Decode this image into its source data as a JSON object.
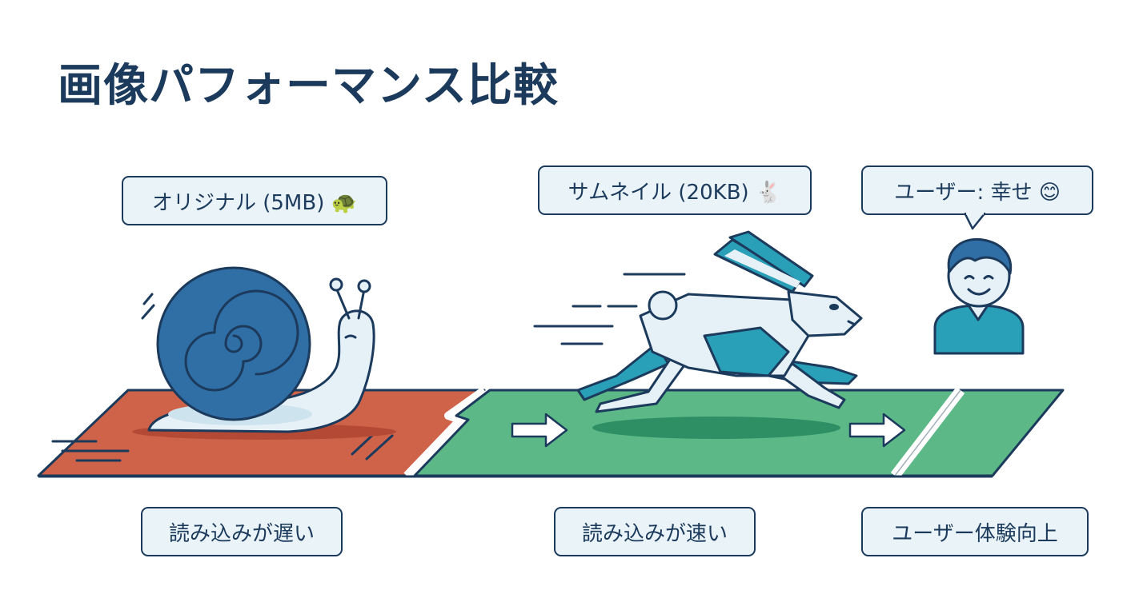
{
  "title": "画像パフォーマンス比較",
  "callouts": {
    "original": "オリジナル (5MB) 🐢",
    "thumbnail": "サムネイル (20KB) 🐇",
    "user": "ユーザー: 幸せ 😊"
  },
  "captions": {
    "slow": "読み込みが遅い",
    "fast": "読み込みが速い",
    "ux": "ユーザー体験向上"
  },
  "colors": {
    "navy": "#1b3a5c",
    "slow_track": "#cf6349",
    "fast_track": "#5cb887",
    "snail_shell": "#2f6fa6",
    "rabbit_accent": "#2a9fb8",
    "label_bg": "#eaf3f8"
  },
  "icons": [
    "snail-icon",
    "rabbit-icon",
    "happy-user-icon",
    "arrow-right-icon"
  ]
}
